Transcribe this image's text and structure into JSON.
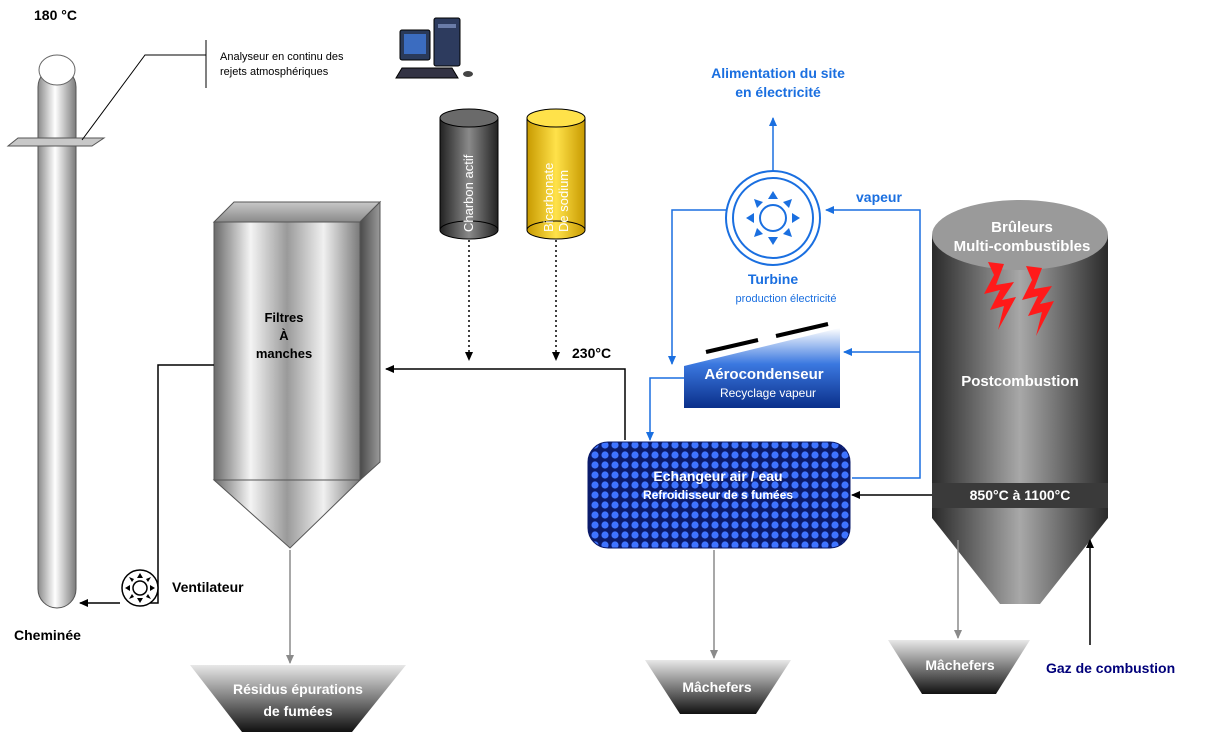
{
  "stack": {
    "temperature": "180 °C",
    "label": "Cheminée",
    "analyzer_line1": "Analyseur en continu des",
    "analyzer_line2": "rejets atmosphériques"
  },
  "silos": {
    "charbon": "Charbon actif",
    "bicarbonate_line1": "Bicarbonate",
    "bicarbonate_line2": "De sodium"
  },
  "filter": {
    "line1": "Filtres",
    "line2": "À",
    "line3": "manches"
  },
  "temp_230": "230°C",
  "ventilateur": "Ventilateur",
  "residus": {
    "line1": "Résidus épurations",
    "line2": "de fumées"
  },
  "alimentation": {
    "line1": "Alimentation du site",
    "line2": "en électricité"
  },
  "turbine": {
    "title": "Turbine",
    "subtitle": "production électricité"
  },
  "vapeur": "vapeur",
  "aerocondenseur": {
    "title": "Aérocondenseur",
    "subtitle": "Recyclage vapeur"
  },
  "echangeur": {
    "line1": "Echangeur air / eau",
    "line2": "Refroidisseur de s fumées"
  },
  "mach1": "Mâchefers",
  "mach2": "Mâchefers",
  "furnace": {
    "line1": "Brûleurs",
    "line2": "Multi-combustibles",
    "middle": "Postcombustion",
    "band": "850°C à 1100°C"
  },
  "gaz": "Gaz de combustion",
  "colors": {
    "blue_flow": "#1a6fe0",
    "dark_blue": "#00007a",
    "echangeur_blue": "#1f4fcf",
    "flame_red": "#ff1a1a"
  }
}
